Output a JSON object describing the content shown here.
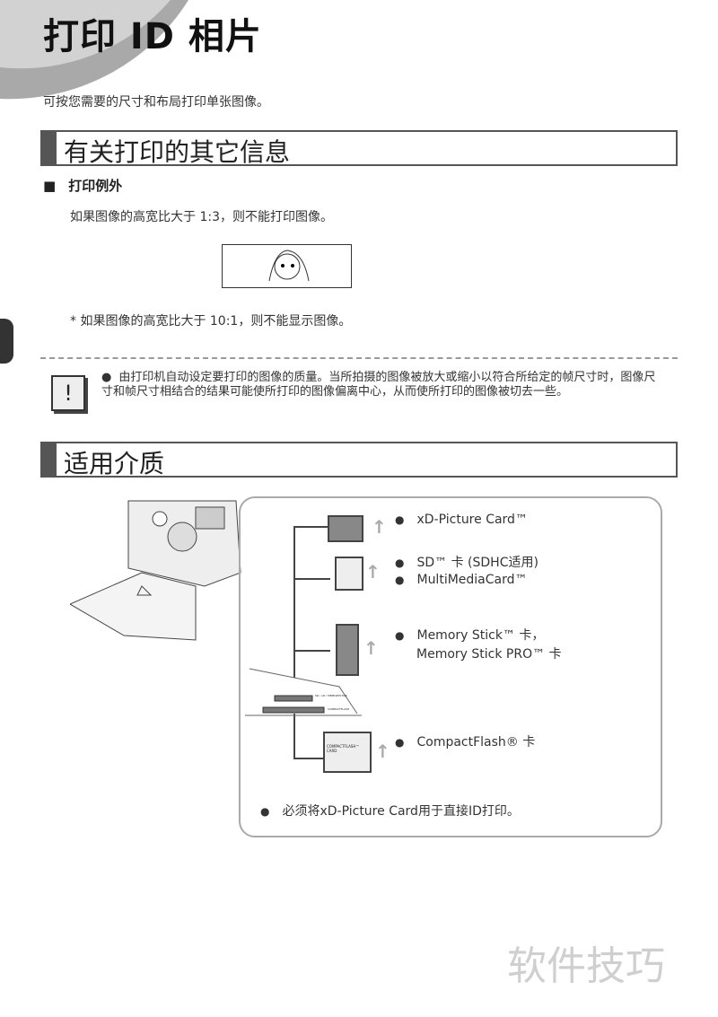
{
  "title": "打印 ID 相片",
  "subtitle": "可按您需要的尺寸和布局打印单张图像。",
  "section1": {
    "heading": "有关打印的其它信息",
    "subheading": "打印例外",
    "text": "如果图像的高宽比大于 1:3，则不能打印图像。",
    "footnote": "* 如果图像的高宽比大于 10:1，则不能显示图像。"
  },
  "note": {
    "icon": "caution-icon",
    "text": "由打印机自动设定要打印的图像的质量。当所拍摄的图像被放大或缩小以符合所给定的帧尺寸时，图像尺寸和帧尺寸相结合的结果可能使所打印的图像偏离中心，从而使所打印的图像被切去一些。"
  },
  "section2": {
    "heading": "适用介质",
    "media": [
      "xD-Picture Card™",
      "SD™ 卡 (SDHC适用)",
      "MultiMediaCard™",
      "Memory Stick™ 卡，",
      "Memory Stick PRO™ 卡",
      "CompactFlash® 卡"
    ],
    "footer": "必须将xD-Picture Card用于直接ID打印。",
    "slot_labels": [
      "SD / xD / MEMORYSTICK",
      "COMPACTFLASH"
    ],
    "cf_label": "COMPACTFLASH™ CARD"
  },
  "watermark": "软件技巧"
}
